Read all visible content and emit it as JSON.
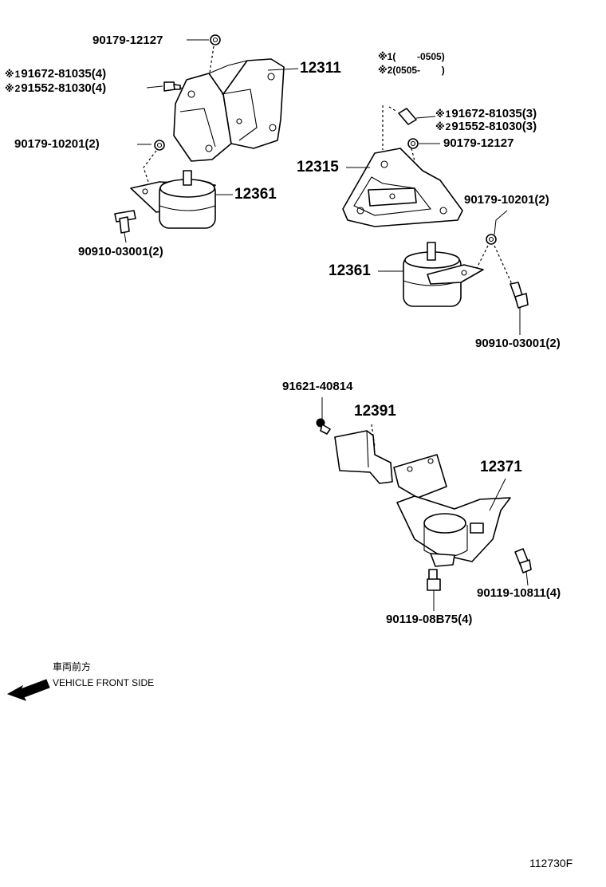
{
  "diagram_id": "112730F",
  "variant_note": {
    "marker": "※",
    "v1_num": "1",
    "v1_range": "(        -0505)",
    "v2_num": "2",
    "v2_range": "(0505-        )"
  },
  "orientation": {
    "jp": "車両前方",
    "en": "VEHICLE FRONT SIDE"
  },
  "labels": {
    "p1_nut_top": "90179-12127",
    "p1_bolt_v1": "91672-81035(4)",
    "p1_bolt_v2": "91552-81030(4)",
    "p1_bracket": "12311",
    "p1_nut_side": "90179-10201(2)",
    "p1_insulator": "12361",
    "p1_stud": "90910-03001(2)",
    "p2_bolt_v1": "91672-81035(3)",
    "p2_bolt_v2": "91552-81030(3)",
    "p2_nut_top": "90179-12127",
    "p2_bracket": "12315",
    "p2_nut_side": "90179-10201(2)",
    "p2_insulator": "12361",
    "p2_stud": "90910-03001(2)",
    "p3_bolt_small": "91621-40814",
    "p3_stopper": "12391",
    "p3_insulator": "12371",
    "p3_bolt_right": "90119-10811(4)",
    "p3_bolt_bottom": "90119-08B75(4)"
  }
}
